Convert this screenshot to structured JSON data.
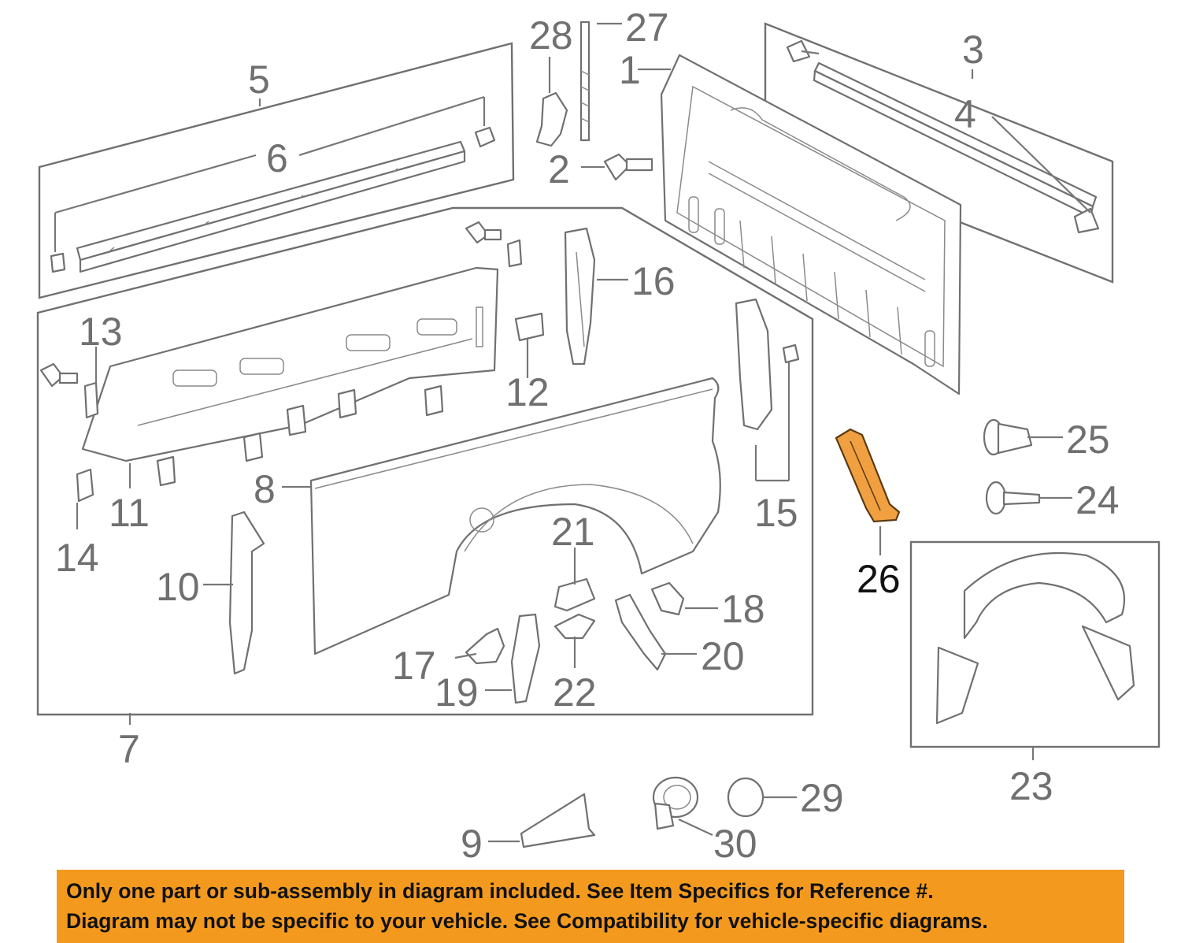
{
  "diagram": {
    "callouts": [
      "1",
      "2",
      "3",
      "4",
      "5",
      "6",
      "7",
      "8",
      "9",
      "10",
      "11",
      "12",
      "13",
      "14",
      "15",
      "16",
      "17",
      "18",
      "19",
      "20",
      "21",
      "22",
      "23",
      "24",
      "25",
      "26",
      "27",
      "28",
      "29",
      "30"
    ],
    "highlighted_callout": "26",
    "highlight_color": "#f0a040",
    "line_color": "#707070"
  },
  "notice": {
    "line1": "Only one part or sub-assembly in diagram included. See Item Specifics for Reference #.",
    "line2": "Diagram may not be specific to your vehicle. See Compatibility for vehicle-specific diagrams.",
    "background": "#f39a1e"
  }
}
